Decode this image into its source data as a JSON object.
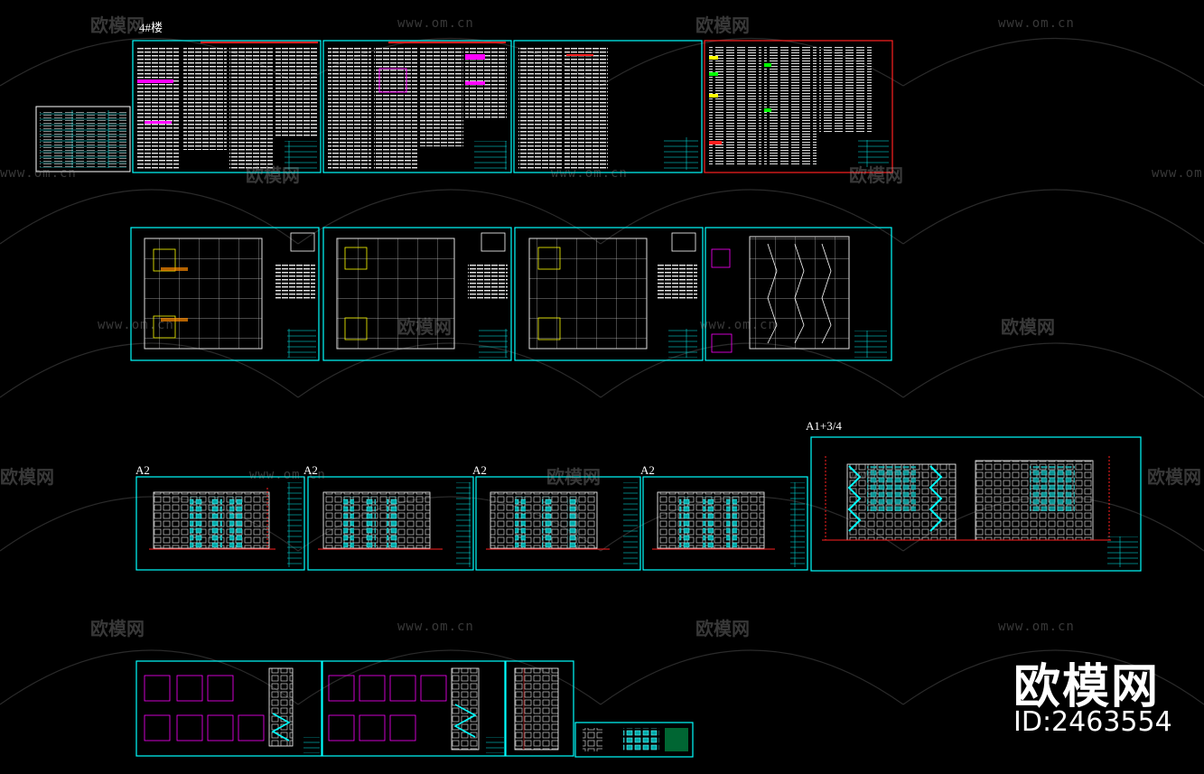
{
  "viewer": {
    "background": "#000000",
    "frame_color": "#00ffff",
    "accent_red": "#ff2020",
    "accent_magenta": "#ff00ff",
    "accent_green": "#00ff00"
  },
  "sheet_labels": {
    "row1": "4#楼",
    "elev1": "A2",
    "elev2": "A2",
    "elev3": "A2",
    "elev4": "A2",
    "section": "A1+3/4"
  },
  "watermark": {
    "logo_text": "欧模网",
    "url": "www.om.cn"
  },
  "brand": {
    "name": "欧模网",
    "id": "ID:2463554"
  }
}
